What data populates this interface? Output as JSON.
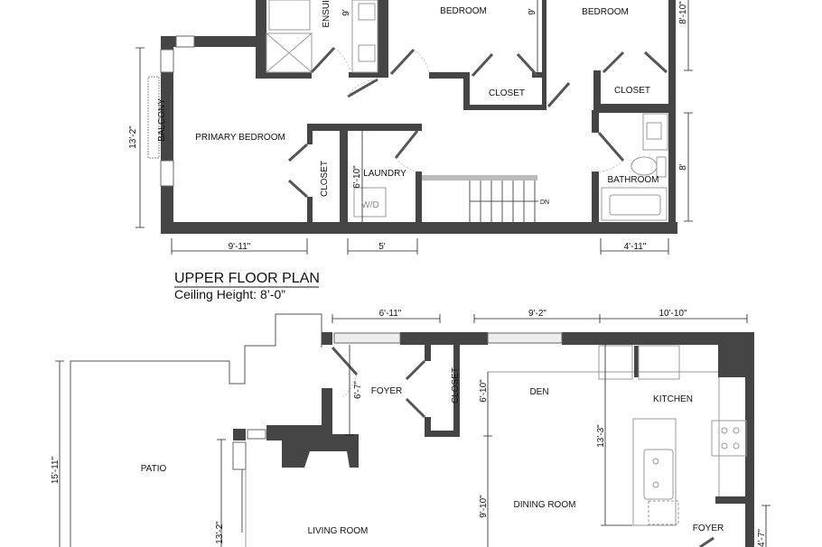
{
  "upper_floor": {
    "title": "UPPER FLOOR PLAN",
    "ceiling_height": "Ceiling Height: 8’-0”",
    "rooms": {
      "ensuite": "ENSUITE",
      "bedroom_1": "BEDROOM",
      "bedroom_2": "BEDROOM",
      "closet_1": "CLOSET",
      "closet_2": "CLOSET",
      "primary_bedroom": "PRIMARY BEDROOM",
      "balcony": "BALCONY",
      "primary_closet": "CLOSET",
      "laundry": "LAUNDRY",
      "washer_dryer": "W/D",
      "bathroom": "BATHROOM",
      "stairs_down": "DN"
    },
    "dimensions": {
      "primary_height": "13'-2\"",
      "primary_width": "9'-11\"",
      "laundry_width": "5'",
      "laundry_height": "6'-10\"",
      "bathroom_width": "4'-11\"",
      "bathroom_height": "8'",
      "bedroom2_height": "8'-10\"",
      "ensuite_dim": "9'",
      "bedroom1_dim": "9'"
    }
  },
  "main_floor": {
    "rooms": {
      "foyer": "FOYER",
      "closet": "CLOSET",
      "den": "DEN",
      "kitchen": "KITCHEN",
      "patio": "PATIO",
      "living_room": "LIVING ROOM",
      "dining_room": "DINING ROOM",
      "foyer_2": "FOYER"
    },
    "dimensions": {
      "foyer_width": "6'-11\"",
      "den_width": "9'-2\"",
      "kitchen_width": "10'-10\"",
      "foyer_height": "6'-7\"",
      "den_height": "6'-10\"",
      "dining_height": "9'-10\"",
      "kitchen_height": "13'-3\"",
      "patio_height": "15'-11\"",
      "living_height": "13'-2\"",
      "foyer2_height": "4'-7\""
    }
  }
}
